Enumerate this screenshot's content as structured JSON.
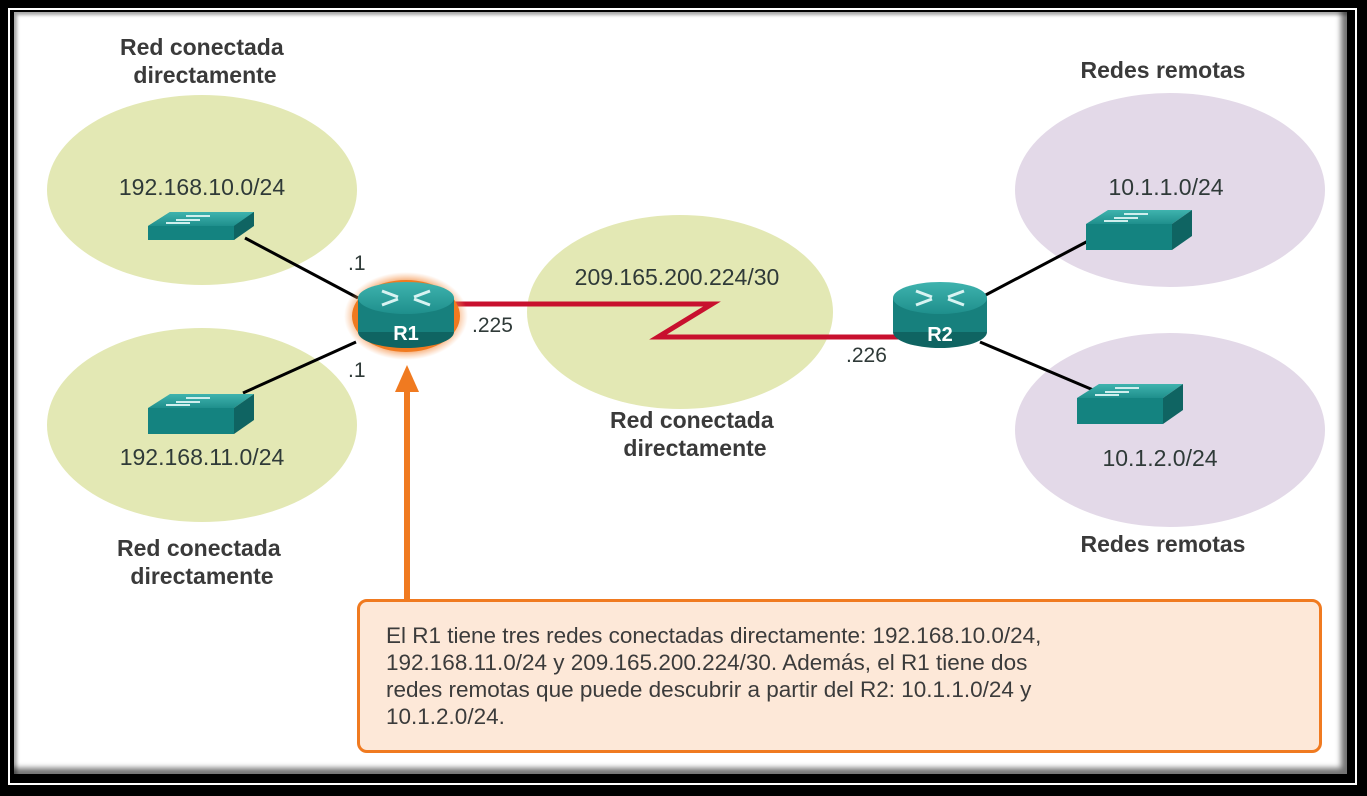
{
  "colors": {
    "connected_network_fill": "#e3e8b4",
    "remote_network_fill": "#e3d9e8",
    "device_teal": "#1f8f8c",
    "serial_link": "#c8102e",
    "highlight_orange": "#f07a20",
    "callout_fill": "#fde8d8"
  },
  "labels": {
    "top_left": "Red conectada directamente",
    "bottom_left": "Red conectada directamente",
    "middle": "Red conectada directamente",
    "top_right": "Redes remotas",
    "bottom_right": "Redes remotas"
  },
  "label_lines": {
    "connected_line1": "Red conectada",
    "connected_line2": "directamente",
    "remote": "Redes remotas"
  },
  "networks": [
    {
      "id": "lan1",
      "address": "192.168.10.0/24",
      "type": "connected"
    },
    {
      "id": "lan2",
      "address": "192.168.11.0/24",
      "type": "connected"
    },
    {
      "id": "wan",
      "address": "209.165.200.224/30",
      "type": "connected"
    },
    {
      "id": "remote1",
      "address": "10.1.1.0/24",
      "type": "remote"
    },
    {
      "id": "remote2",
      "address": "10.1.2.0/24",
      "type": "remote"
    }
  ],
  "routers": [
    {
      "id": "R1",
      "label": "R1",
      "highlighted": true
    },
    {
      "id": "R2",
      "label": "R2",
      "highlighted": false
    }
  ],
  "interfaces": {
    "r1_lan1": ".1",
    "r1_lan2": ".1",
    "r1_wan": ".225",
    "r2_wan": ".226"
  },
  "callout": {
    "text": "El R1 tiene tres redes conectadas directamente: 192.168.10.0/24, 192.168.11.0/24 y 209.165.200.224/30. Además, el R1 tiene dos redes remotas que puede descubrir a partir del R2: 10.1.1.0/24 y 10.1.2.0/24.",
    "lines": [
      "El R1 tiene tres redes conectadas directamente: 192.168.10.0/24,",
      "192.168.11.0/24 y 209.165.200.224/30. Además, el R1 tiene dos",
      "redes remotas que puede descubrir a partir del R2: 10.1.1.0/24 y",
      "10.1.2.0/24."
    ]
  }
}
